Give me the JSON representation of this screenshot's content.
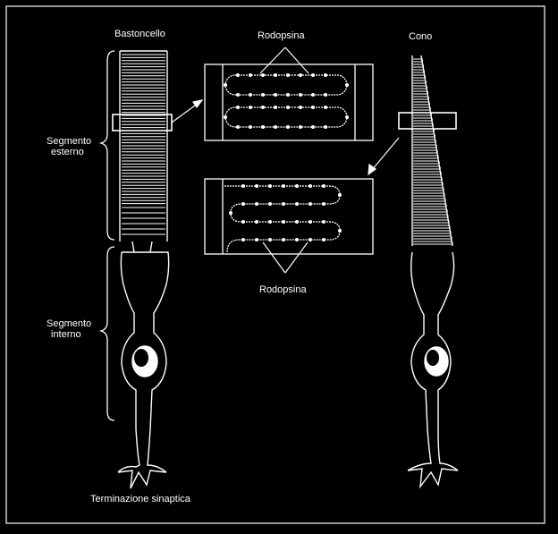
{
  "labels": {
    "rod_title": "Bastoncello",
    "cone_title": "Cono",
    "rhodopsin_top": "Rodopsina",
    "rhodopsin_bottom": "Rodopsina",
    "outer_segment_line1": "Segmento",
    "outer_segment_line2": "esterno",
    "inner_segment_line1": "Segmento",
    "inner_segment_line2": "interno",
    "synaptic_terminal": "Terminazione sinaptica"
  },
  "colors": {
    "background": "#000000",
    "line": "#ffffff"
  }
}
